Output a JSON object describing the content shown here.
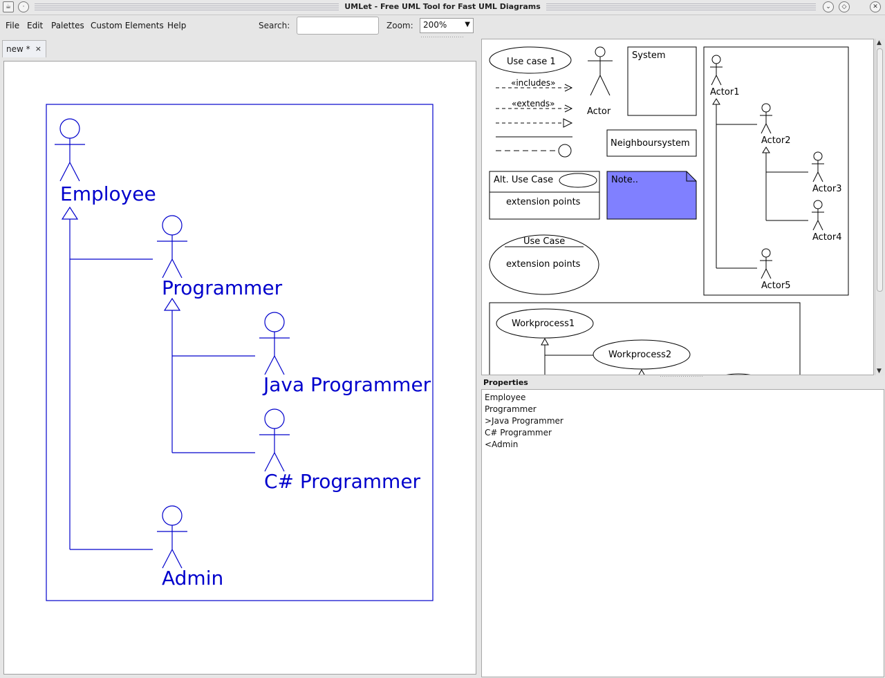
{
  "window": {
    "title": "UMLet - Free UML Tool for Fast UML Diagrams"
  },
  "menu": {
    "items": [
      "File",
      "Edit",
      "Palettes",
      "Custom Elements",
      "Help"
    ]
  },
  "toolbar": {
    "search_label": "Search:",
    "search_value": "",
    "zoom_label": "Zoom:",
    "zoom_value": "200%"
  },
  "tabs": [
    {
      "label": "new *",
      "close": "×"
    }
  ],
  "diagram": {
    "color": "#0000cc",
    "actors": [
      "Employee",
      "Programmer",
      "Java Programmer",
      "C# Programmer",
      "Admin"
    ]
  },
  "palette": {
    "usecase1": "Use case 1",
    "includes": "«includes»",
    "extends": "«extends»",
    "actor": "Actor",
    "system": "System",
    "neighbour": "Neighboursystem",
    "alt_usecase": "Alt. Use Case",
    "extension_points": "extension points",
    "note": "Note..",
    "note_color": "#8080ff",
    "usecase": "Use Case",
    "actors": [
      "Actor1",
      "Actor2",
      "Actor3",
      "Actor4",
      "Actor5"
    ],
    "workprocess1": "Workprocess1",
    "workprocess2": "Workprocess2"
  },
  "properties": {
    "label": "Properties",
    "lines": [
      "Employee",
      "Programmer",
      ">Java Programmer",
      "C# Programmer",
      "<Admin"
    ]
  }
}
